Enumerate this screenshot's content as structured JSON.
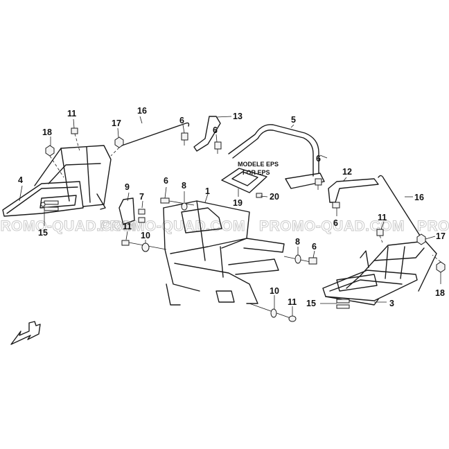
{
  "watermark": "PROMO-QUAD.COM",
  "eps_note": {
    "line1": "MODELE EPS",
    "line2": "FOR EPS"
  },
  "callouts": [
    {
      "id": "c1",
      "text": "1"
    },
    {
      "id": "c3",
      "text": "3"
    },
    {
      "id": "c4",
      "text": "4"
    },
    {
      "id": "c5",
      "text": "5"
    },
    {
      "id": "c6a",
      "text": "6"
    },
    {
      "id": "c6b",
      "text": "6"
    },
    {
      "id": "c6c",
      "text": "6"
    },
    {
      "id": "c6d",
      "text": "6"
    },
    {
      "id": "c6e",
      "text": "6"
    },
    {
      "id": "c6f",
      "text": "6"
    },
    {
      "id": "c7",
      "text": "7"
    },
    {
      "id": "c8a",
      "text": "8"
    },
    {
      "id": "c8b",
      "text": "8"
    },
    {
      "id": "c9",
      "text": "9"
    },
    {
      "id": "c10a",
      "text": "10"
    },
    {
      "id": "c10b",
      "text": "10"
    },
    {
      "id": "c11a",
      "text": "11"
    },
    {
      "id": "c11b",
      "text": "11"
    },
    {
      "id": "c11c",
      "text": "11"
    },
    {
      "id": "c11d",
      "text": "11"
    },
    {
      "id": "c12",
      "text": "12"
    },
    {
      "id": "c13",
      "text": "13"
    },
    {
      "id": "c15a",
      "text": "15"
    },
    {
      "id": "c15b",
      "text": "15"
    },
    {
      "id": "c16a",
      "text": "16"
    },
    {
      "id": "c16b",
      "text": "16"
    },
    {
      "id": "c17a",
      "text": "17"
    },
    {
      "id": "c17b",
      "text": "17"
    },
    {
      "id": "c18a",
      "text": "18"
    },
    {
      "id": "c18b",
      "text": "18"
    },
    {
      "id": "c19",
      "text": "19"
    },
    {
      "id": "c20",
      "text": "20"
    }
  ]
}
